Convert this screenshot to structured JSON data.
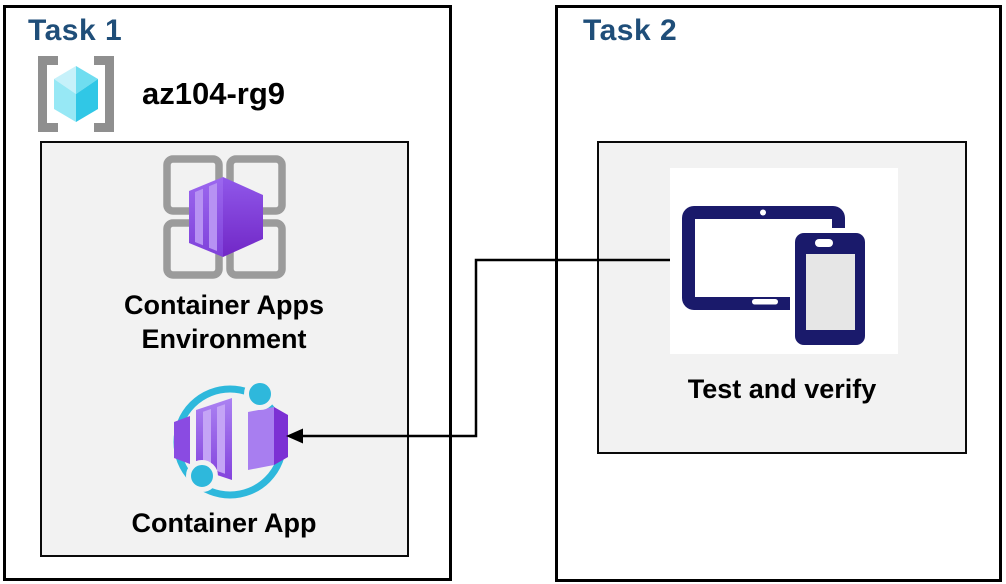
{
  "diagram": {
    "tasks": [
      {
        "title": "Task 1",
        "resource_group": {
          "name": "az104-rg9",
          "icon": "resource-group-icon"
        },
        "nodes": [
          {
            "label": "Container Apps Environment",
            "icon": "container-apps-environment-icon"
          },
          {
            "label": "Container App",
            "icon": "container-app-icon"
          }
        ]
      },
      {
        "title": "Task 2",
        "nodes": [
          {
            "label": "Test and verify",
            "icon": "devices-icon"
          }
        ]
      }
    ],
    "connector": {
      "from": "Test and verify",
      "to": "Container App",
      "style": "elbow-arrow"
    }
  },
  "colors": {
    "title_blue": "#1F4E79",
    "panel_fill": "#F2F2F2",
    "border_black": "#000000",
    "device_navy": "#1A1A6B",
    "container_purple_light": "#A87EF0",
    "container_purple_dark": "#7127C6",
    "cyan_accent": "#2EB8DC",
    "bracket_gray": "#8F8F8F",
    "cube_cyan": "#30C7E6",
    "env_grid_gray": "#9B9B9B"
  }
}
